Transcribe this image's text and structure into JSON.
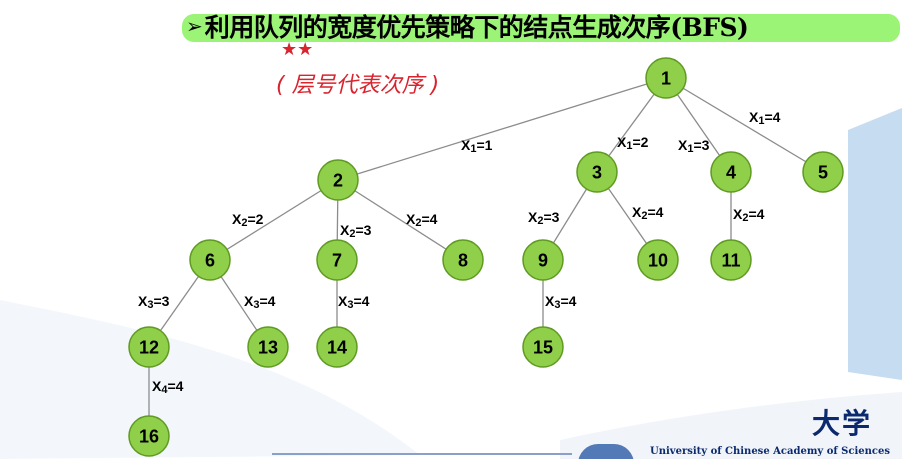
{
  "title": {
    "bullet": "➢",
    "text": "利用队列的宽度优先策略下的结点生成次序(BFS)"
  },
  "annotation": {
    "stars": "★★",
    "note": "( 层号代表次序 )",
    "color": "#d9232d"
  },
  "colors": {
    "highlight": "#7af048",
    "node_fill": "#8fcf4a",
    "node_stroke": "#5f9a22",
    "edge": "#8c8c8c",
    "accent_bar": "#bcd6ee"
  },
  "tree": {
    "nodes": [
      "1",
      "2",
      "3",
      "4",
      "5",
      "6",
      "7",
      "8",
      "9",
      "10",
      "11",
      "12",
      "13",
      "14",
      "15",
      "16"
    ],
    "edges": [
      {
        "from": "1",
        "to": "2",
        "label": "X1=1"
      },
      {
        "from": "1",
        "to": "3",
        "label": "X1=2"
      },
      {
        "from": "1",
        "to": "4",
        "label": "X1=3"
      },
      {
        "from": "1",
        "to": "5",
        "label": "X1=4"
      },
      {
        "from": "2",
        "to": "6",
        "label": "X2=2"
      },
      {
        "from": "2",
        "to": "7",
        "label": "X2=3"
      },
      {
        "from": "2",
        "to": "8",
        "label": "X2=4"
      },
      {
        "from": "3",
        "to": "9",
        "label": "X2=3"
      },
      {
        "from": "3",
        "to": "10",
        "label": "X2=4"
      },
      {
        "from": "4",
        "to": "11",
        "label": "X2=4"
      },
      {
        "from": "6",
        "to": "12",
        "label": "X3=3"
      },
      {
        "from": "6",
        "to": "13",
        "label": "X3=4"
      },
      {
        "from": "7",
        "to": "14",
        "label": "X3=4"
      },
      {
        "from": "9",
        "to": "15",
        "label": "X3=4"
      },
      {
        "from": "12",
        "to": "16",
        "label": "X4=4"
      }
    ]
  },
  "logo": {
    "text": "大学",
    "subtitle": "University of Chinese Academy of Sciences"
  }
}
